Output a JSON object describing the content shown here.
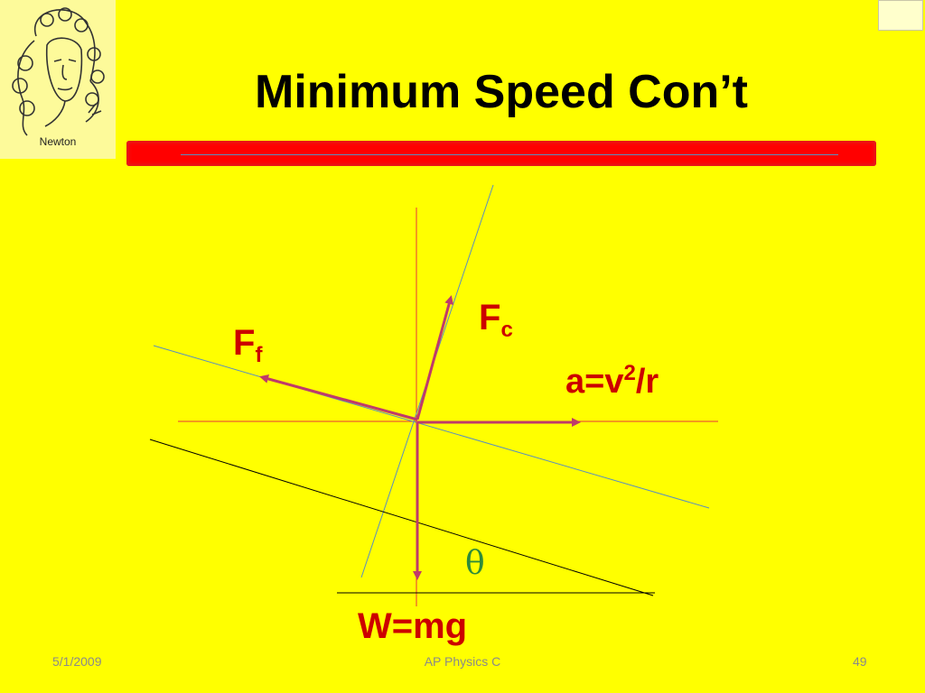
{
  "slide": {
    "title": "Minimum Speed Con’t",
    "logo_caption": "Newton",
    "footer": {
      "date": "5/1/2009",
      "course": "AP Physics C",
      "page_number": "49"
    }
  },
  "diagram": {
    "labels": {
      "fc_main": "F",
      "fc_sub": "c",
      "ff_main": "F",
      "ff_sub": "f",
      "accel_pre": "a=v",
      "accel_exp": "2",
      "accel_post": "/r",
      "weight": "W=mg",
      "angle": "θ"
    },
    "vectors": [
      "normal-force-fc",
      "friction-force-ff",
      "acceleration",
      "weight"
    ],
    "colors": {
      "background": "#ffff00",
      "vector": "#bf3a6a",
      "label_red": "#cc0000",
      "angle_green": "#2e8b3a",
      "axis_red": "#e8353a",
      "surface_blue": "#5a8fbf",
      "title_bar": "#ff0000"
    }
  }
}
